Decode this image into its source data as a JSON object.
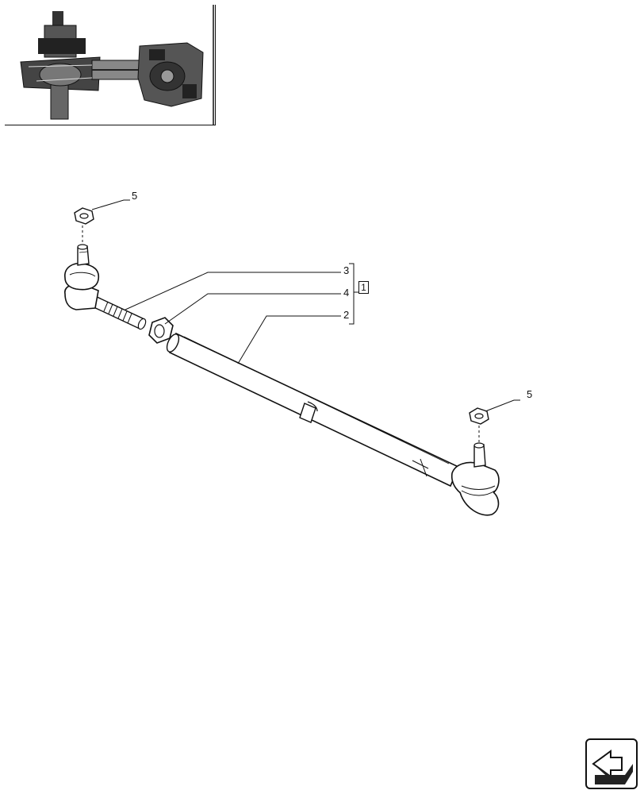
{
  "callouts": {
    "nut_left": "5",
    "tie_rod_end": "3",
    "clamp": "4",
    "tube": "2",
    "nut_right": "5",
    "assembly": "1"
  },
  "icons": {
    "overview": "axle-overview-thumbnail",
    "navigation": "next-page-arrow-icon"
  }
}
